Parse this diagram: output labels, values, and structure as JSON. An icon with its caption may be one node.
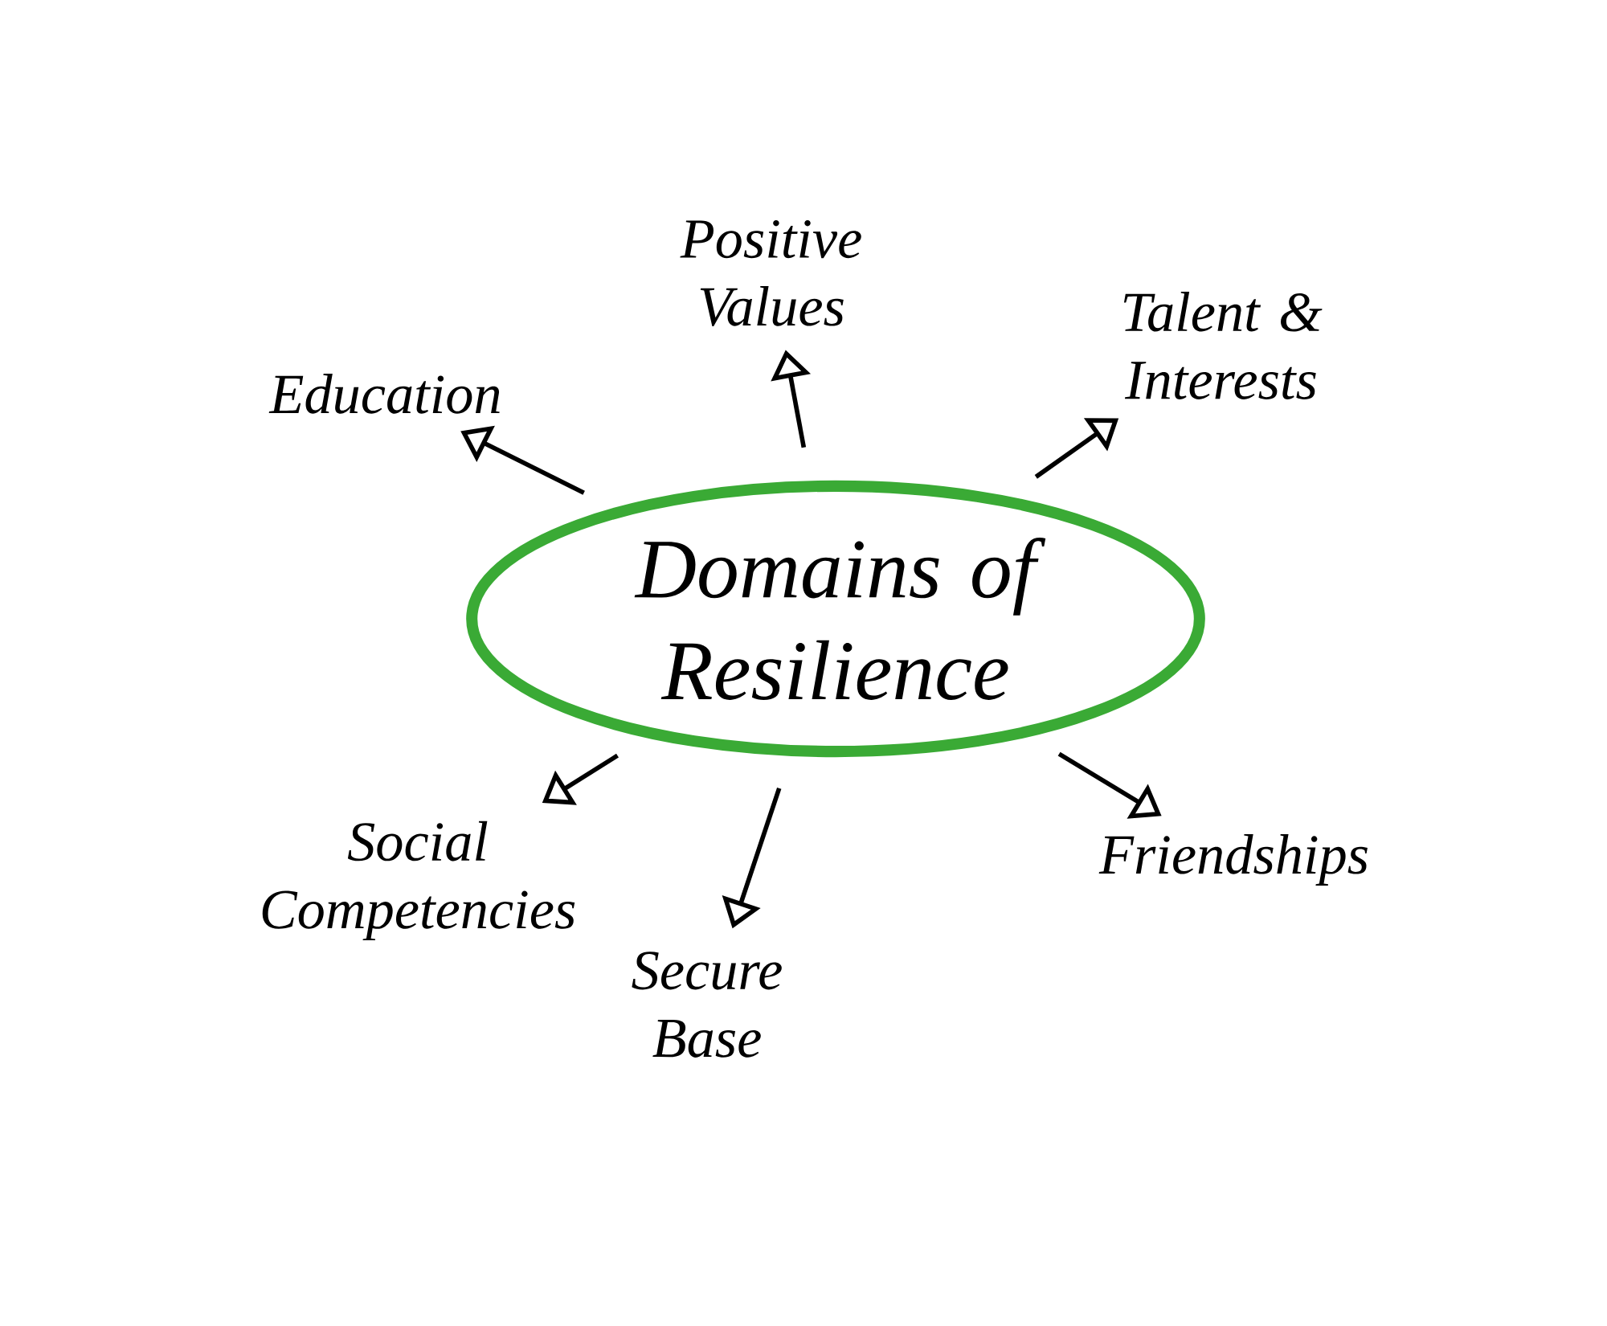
{
  "diagram": {
    "nodes": [
      {
        "text": [
          "Domains of Resilience"
        ]
      },
      {
        "text": [
          "Positive Values"
        ]
      },
      {
        "text": [
          "Education"
        ]
      },
      {
        "text": [
          "Talent & Interests"
        ]
      },
      {
        "text": [
          "Social Competencies"
        ]
      },
      {
        "text": [
          "Secure Base"
        ]
      },
      {
        "text": [
          "Friendships"
        ]
      }
    ],
    "edges": [
      {
        "from": 0,
        "to": 1,
        "arrow": "to"
      },
      {
        "from": 0,
        "to": 2,
        "arrow": "to"
      },
      {
        "from": 0,
        "to": 3,
        "arrow": "to"
      },
      {
        "from": 0,
        "to": 4,
        "arrow": "to"
      },
      {
        "from": 0,
        "to": 5,
        "arrow": "to"
      },
      {
        "from": 0,
        "to": 6,
        "arrow": "to"
      }
    ]
  }
}
